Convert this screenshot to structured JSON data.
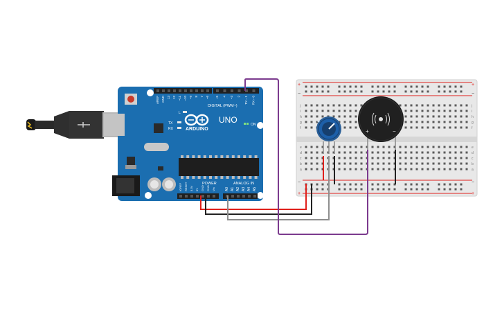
{
  "board": {
    "brand": "ARDUINO",
    "model": "UNO",
    "on_label": "ON",
    "digital_label": "DIGITAL (PWM~)",
    "power_label": "POWER",
    "analog_label": "ANALOG IN",
    "led_l": "L",
    "led_tx": "TX",
    "led_rx": "RX",
    "digital_pins": [
      "AREF",
      "GND",
      "13",
      "12",
      "~11",
      "~10",
      "~9",
      "8",
      "7",
      "~6",
      "~5",
      "4",
      "~3",
      "2",
      "TX→1",
      "RX←0"
    ],
    "power_pins": [
      "IOREF",
      "RESET",
      "3.3V",
      "5V",
      "GND",
      "GND",
      "Vin"
    ],
    "analog_pins": [
      "A0",
      "A1",
      "A2",
      "A3",
      "A4",
      "A5"
    ]
  },
  "breadboard": {
    "row_letters_top": [
      "j",
      "i",
      "h",
      "g",
      "f"
    ],
    "row_letters_bottom": [
      "e",
      "d",
      "c",
      "b",
      "a"
    ],
    "plus_sign": "+",
    "minus_sign": "−"
  },
  "buzzer": {
    "plus_sign": "+",
    "minus_sign": "−"
  },
  "colors": {
    "board": "#1b6eb0",
    "wire_red": "#e0201b",
    "wire_black": "#222222",
    "wire_gray": "#8e8e8e",
    "wire_purple": "#7b3a8e",
    "breadboard": "#e8e8e8",
    "pot": "#1d5fa8",
    "buzzer": "#1a1a1a"
  }
}
